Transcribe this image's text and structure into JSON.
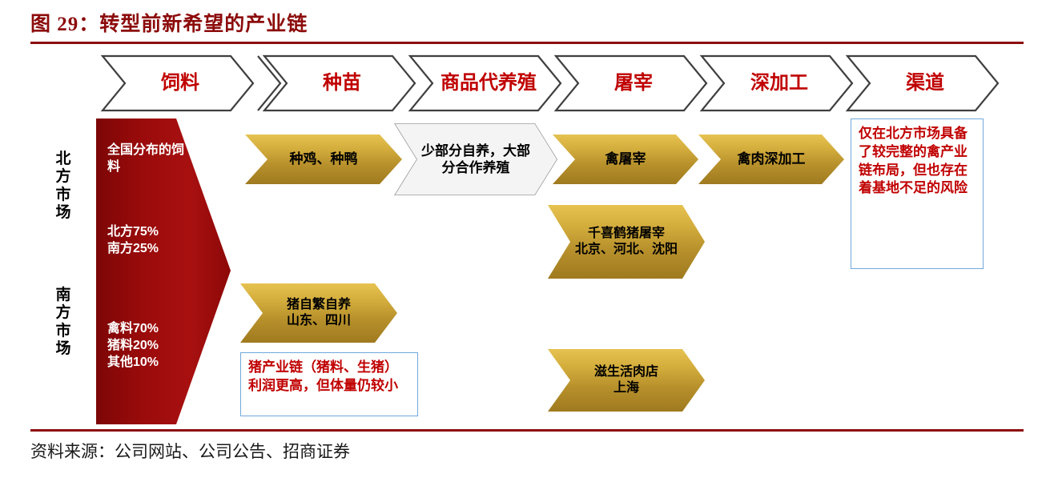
{
  "title": "图 29：转型前新希望的产业链",
  "source": "资料来源：公司网站、公司公告、招商证券",
  "colors": {
    "title_red": "#8C0B0B",
    "header_text_red": "#C00000",
    "gold": "#D4AE3D",
    "dark_red_fill": "#9E0B0B",
    "callout_border": "#6FA8DC",
    "callout_text": "#C00000"
  },
  "header": {
    "stages": [
      {
        "label": "饲料"
      },
      {
        "label": "种苗"
      },
      {
        "label": "商品代养殖"
      },
      {
        "label": "屠宰"
      },
      {
        "label": "深加工"
      },
      {
        "label": "渠道"
      }
    ]
  },
  "row_labels": [
    {
      "label": "北方市场"
    },
    {
      "label": "南方市场"
    }
  ],
  "feed_arrow": {
    "blocks": [
      {
        "text": "全国分布的饲料"
      },
      {
        "text": "北方75%\n南方25%"
      },
      {
        "text": "禽料70%\n猪料20%\n其他10%"
      }
    ]
  },
  "nodes": {
    "north": [
      {
        "name": "breeding-stock",
        "label": "种鸡、种鸭",
        "style": "gold"
      },
      {
        "name": "commodity-rearing",
        "label": "少部分自养，大部分合作养殖",
        "style": "white"
      },
      {
        "name": "poultry-slaughter",
        "label": "禽屠宰",
        "style": "gold"
      },
      {
        "name": "poultry-processing",
        "label": "禽肉深加工",
        "style": "gold"
      },
      {
        "name": "pig-slaughter-qianxihe",
        "label": "千喜鹤猪屠宰\n北京、河北、沈阳",
        "style": "gold"
      }
    ],
    "south": [
      {
        "name": "pig-self-breeding",
        "label": "猪自繁自养\n山东、四川",
        "style": "gold"
      },
      {
        "name": "zisheng-meat-shop",
        "label": "滋生活肉店\n上海",
        "style": "gold"
      }
    ]
  },
  "callouts": [
    {
      "name": "callout-north-summary",
      "text": "仅在北方市场具备了较完整的禽产业链布局，但也存在着基地不足的风险"
    },
    {
      "name": "callout-pig-chain",
      "text": "猪产业链（猪料、生猪）利润更高，但体量仍较小"
    }
  ]
}
